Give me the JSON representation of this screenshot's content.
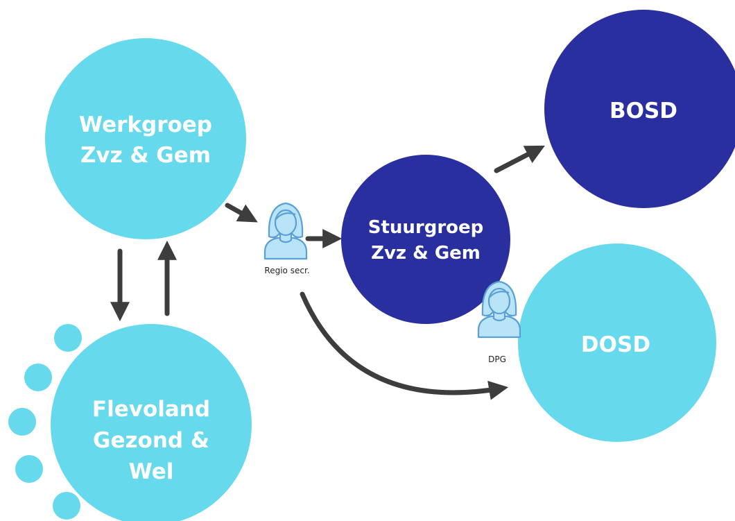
{
  "colors": {
    "light": "#67d9ec",
    "dark": "#2a2fa0",
    "arrow": "#3d3d3d",
    "person_fill": "#b9e4f7",
    "person_stroke": "#5aa0d6"
  },
  "nodes": {
    "werkgroep": {
      "line1": "Werkgroep",
      "line2": "Zvz & Gem"
    },
    "flevoland": {
      "line1": "Flevoland",
      "line2": "Gezond &",
      "line3": "Wel"
    },
    "stuurgroep": {
      "line1": "Stuurgroep",
      "line2": "Zvz & Gem"
    },
    "bosd": {
      "label": "BOSD"
    },
    "dosd": {
      "label": "DOSD"
    }
  },
  "people": {
    "regio": {
      "label": "Regio secr.",
      "icon": "person-icon"
    },
    "dpg": {
      "label": "DPG",
      "icon": "person-icon"
    }
  }
}
